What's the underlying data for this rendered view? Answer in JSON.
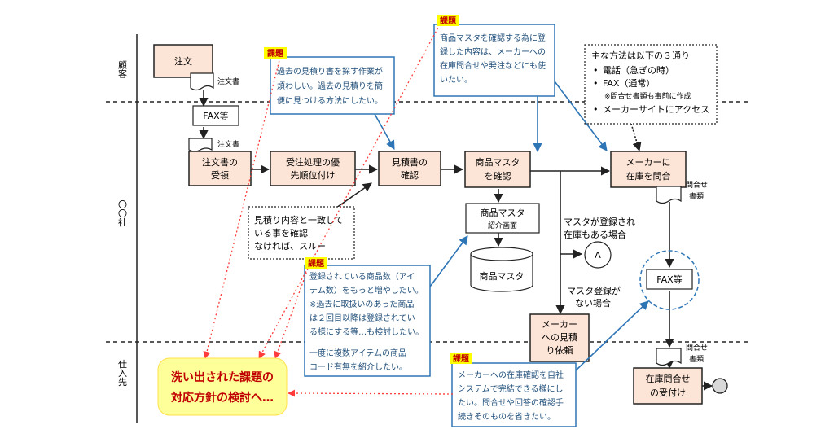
{
  "lanes": {
    "customer": "顧客",
    "company": "〇〇社",
    "supplier": "仕入先"
  },
  "tags": {
    "kadai": "課題"
  },
  "nodes": {
    "order": "注文",
    "doc_order": "注文書",
    "fax_top": "FAX等",
    "doc_order2": "注文書",
    "receive_1": "注文書の",
    "receive_2": "受領",
    "priority_1": "受注処理の優",
    "priority_2": "先順位付け",
    "estimate_1": "見積書の",
    "estimate_2": "確認",
    "master_1": "商品マスタ",
    "master_2": "を確認",
    "maker_1": "メーカーに",
    "maker_2": "在庫を問合",
    "doc_inquiry_1": "問合せ",
    "doc_inquiry_2": "書類",
    "screen_1": "商品マスタ",
    "screen_2": "紹介画面",
    "db": "商品マスタ",
    "connector_a": "A",
    "fax_mid": "FAX等",
    "req_1": "メーカー",
    "req_2": "への見積",
    "req_3": "り依頼",
    "doc_inquiry2_1": "問合せ",
    "doc_inquiry2_2": "書類",
    "accept_1": "在庫問合せ",
    "accept_2": "の受付け"
  },
  "labels": {
    "registered_1": "マスタが登録され",
    "registered_2": "在庫もある場合",
    "unregistered_1": "マスタ登録が",
    "unregistered_2": "ない場合"
  },
  "notes": {
    "check_1": "見積り内容と一致して",
    "check_2": "いる事を確認",
    "check_3": "なければ、スルー",
    "methods_title": "主な方法は以下の３通り",
    "methods_1": "電話（急ぎの時）",
    "methods_2": "FAX（通常）",
    "methods_3": "※問合せ書類も事前に作成",
    "methods_4": "メーカーサイトにアクセス"
  },
  "callouts": {
    "c1_1": "過去の見積り書を探す作業が",
    "c1_2": "煩わしい。過去の見積りを簡",
    "c1_3": "便に見つける方法にしたい。",
    "c2_1": "商品マスタを確認する為に登",
    "c2_2": "録した内容は、メーカーへの",
    "c2_3": "在庫問合せや発注などにも使",
    "c2_4": "いたい。",
    "c3_1": "登録されている商品数（アイ",
    "c3_2": "テム数）をもっと増やしたい。",
    "c3_3": "※過去に取扱いのあった商品",
    "c3_4": "は２回目以降は登録されてい",
    "c3_5": "る様にする等…も検討したい。",
    "c3_6": "一度に複数アイテムの商品",
    "c3_7": "コード有無を紹介したい。",
    "c4_1": "メーカーへの在庫確認を自社",
    "c4_2": "システムで完結できる様にし",
    "c4_3": "たい。問合せや回答の確認手",
    "c4_4": "続きそのものを省きたい。"
  },
  "result": {
    "line1": "洗い出された課題の",
    "line2": "対応方針の検討へ…"
  },
  "colors": {
    "process_fill": "#fce4d6",
    "callout_border": "#2e75b6",
    "tag_fill": "#ffff00",
    "tag_text": "#c00000",
    "result_fill": "#ffff99",
    "arrow_red": "#ff3b3b"
  }
}
